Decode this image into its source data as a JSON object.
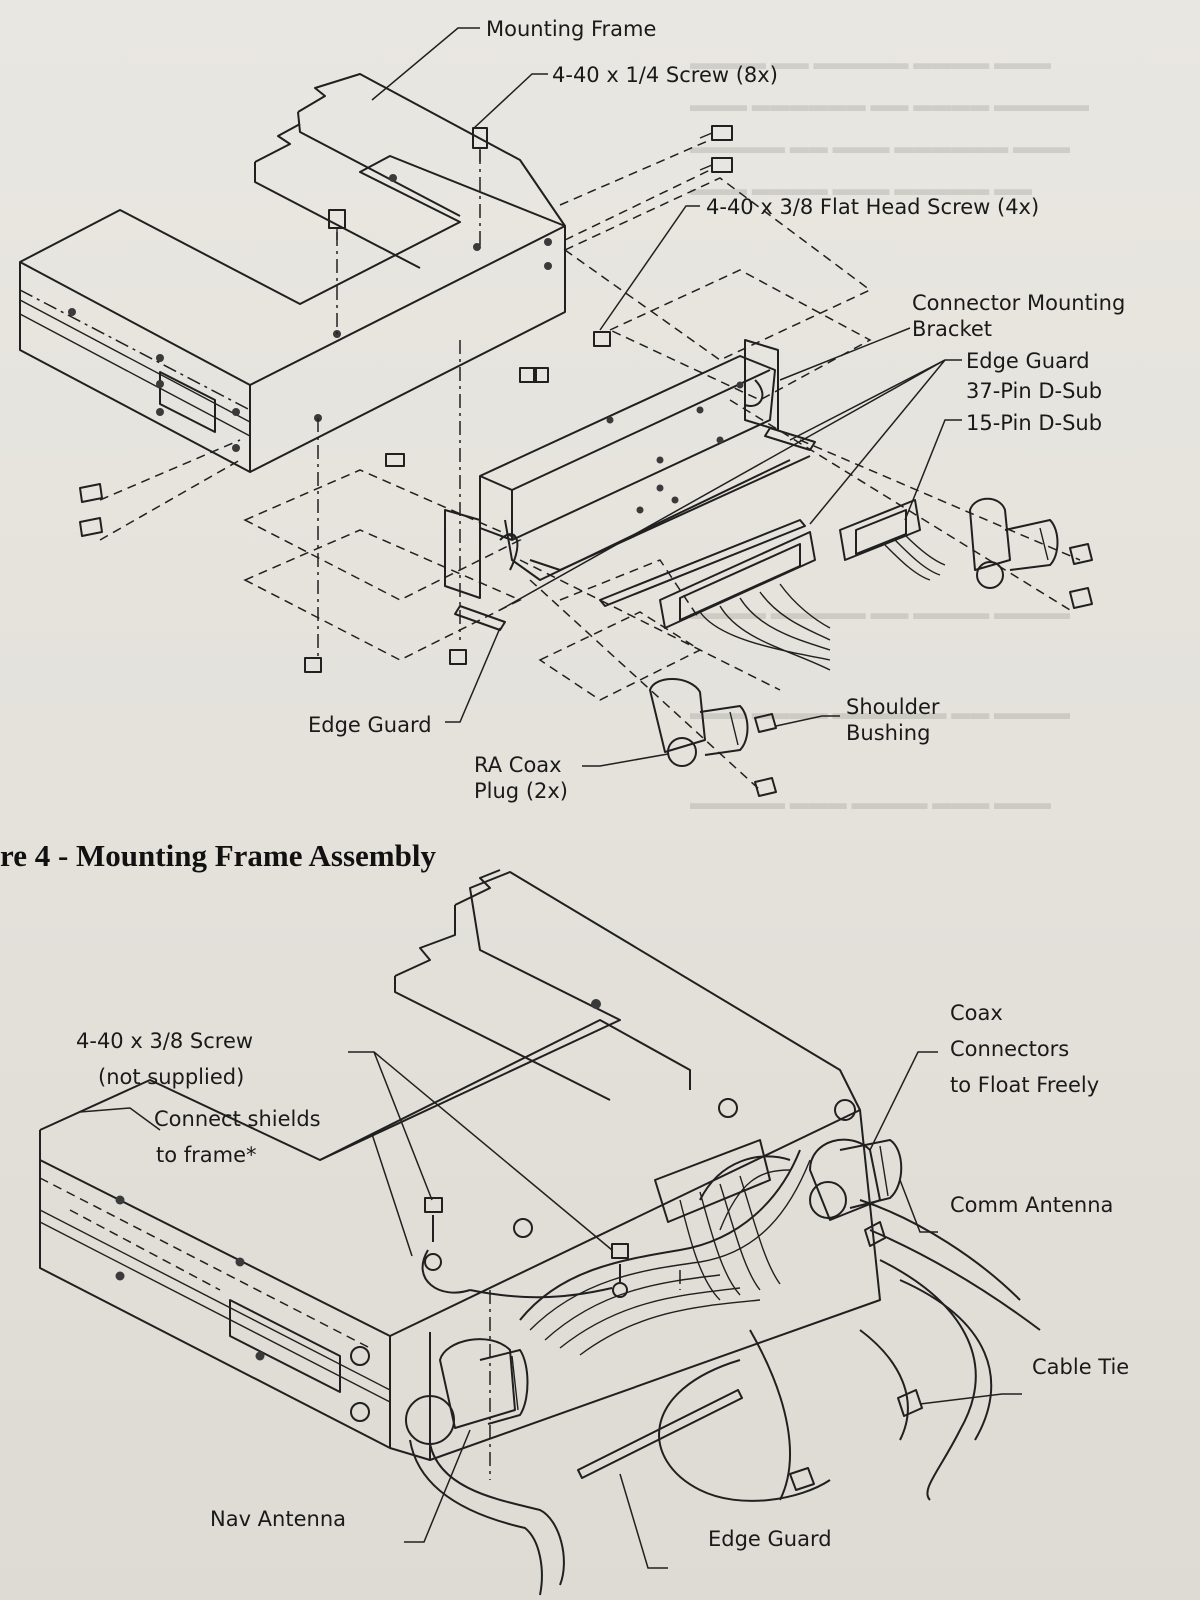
{
  "figure": {
    "caption": "re 4 - Mounting Frame Assembly"
  },
  "top_diagram": {
    "labels": {
      "mounting_frame": "Mounting Frame",
      "screw_quarter": "4-40 x 1/4 Screw (8x)",
      "flat_head_screw": "4-40 x 3/8 Flat Head Screw (4x)",
      "connector_bracket_1": "Connector Mounting",
      "connector_bracket_2": "Bracket",
      "edge_guard_top": "Edge Guard",
      "dsub_37": "37-Pin D-Sub",
      "dsub_15": "15-Pin D-Sub",
      "shoulder_bushing_1": "Shoulder",
      "shoulder_bushing_2": "Bushing",
      "edge_guard_left": "Edge Guard",
      "ra_coax_1": "RA Coax",
      "ra_coax_2": "Plug (2x)"
    }
  },
  "bottom_diagram": {
    "labels": {
      "screw_38_1": "4-40 x 3/8 Screw",
      "screw_38_2": "(not supplied)",
      "shields_1": "Connect shields",
      "shields_2": "to frame*",
      "coax_1": "Coax",
      "coax_2": "Connectors",
      "coax_3": "to Float Freely",
      "comm_antenna": "Comm Antenna",
      "cable_tie": "Cable Tie",
      "nav_antenna": "Nav Antenna",
      "edge_guard_bottom": "Edge Guard"
    }
  }
}
